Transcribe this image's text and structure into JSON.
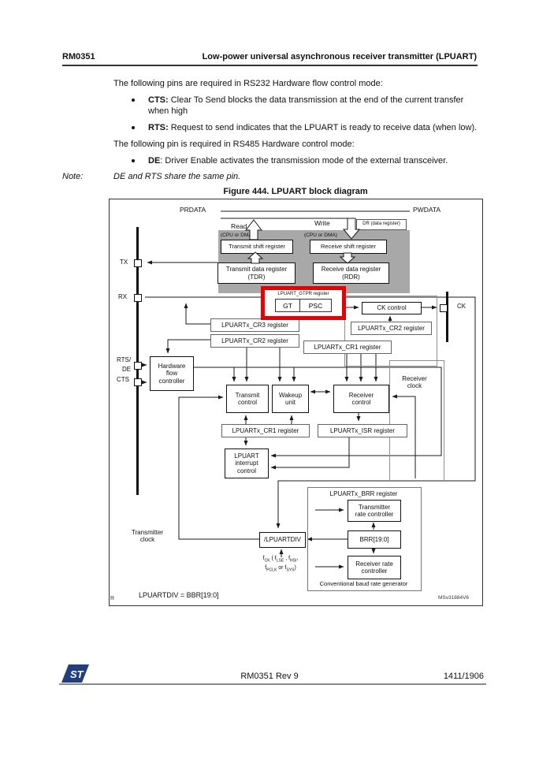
{
  "header": {
    "doc_id": "RM0351",
    "title": "Low-power universal asynchronous receiver transmitter (LPUART)"
  },
  "body": {
    "para1": "The following pins are required in RS232 Hardware flow control mode:",
    "bullet1_bold": "CTS:",
    "bullet1_rest": " Clear To Send blocks the data transmission at the end of the current transfer",
    "bullet1_cont": "when high",
    "bullet2_bold": "RTS:",
    "bullet2_rest": " Request to send indicates that the LPUART is ready to receive data (when low).",
    "para2": "The following pin is required in RS485 Hardware control mode:",
    "bullet3_bold": "DE",
    "bullet3_rest": ": Driver Enable activates the transmission mode of the external transceiver.",
    "note_label": "Note:",
    "note_text": "DE and RTS share the same pin."
  },
  "figure": {
    "caption": "Figure 444. LPUART block diagram",
    "watermark": "MSv31884V6",
    "corner_mark": "R",
    "bus": {
      "prdata": "PRDATA",
      "pwdata": "PWDATA",
      "read": "Read",
      "write": "Write",
      "dr": "DR (data register)",
      "cpu_dma_left": "(CPU or DMA)",
      "cpu_dma_right": "(CPU or DMA)"
    },
    "pins": {
      "tx": "TX",
      "rx": "RX",
      "rts": "RTS/",
      "de": "DE",
      "cts": "CTS",
      "ck": "CK"
    },
    "blocks": {
      "tsr": "Transmit shift register",
      "rsr": "Receive shift register",
      "tdr": "Transmit data register\n(TDR)",
      "rdr": "Receive data register\n(RDR)",
      "gtpr_title": "LPUART_GTPR register",
      "gt": "GT",
      "psc": "PSC",
      "ck_control": "CK control",
      "cr3_left": "LPUARTx_CR3 register",
      "cr2_left": "LPUARTx_CR2 register",
      "cr2_right": "LPUARTx_CR2 register",
      "cr1_upper": "LPUARTx_CR1 register",
      "cr1_lower": "LPUARTx_CR1 register",
      "isr": "LPUARTx_ISR register",
      "hw_flow": "Hardware\nflow\ncontroller",
      "transmit_control": "Transmit\ncontrol",
      "wakeup": "Wakeup\nunit",
      "receiver_control": "Receiver\ncontrol",
      "interrupt": "LPUART\ninterrupt\ncontrol",
      "lpuartdiv": "/LPUARTDIV",
      "brr_title": "LPUARTx_BRR register",
      "tx_rate": "Transmitter\nrate controller",
      "brr": "BRR[19:0]",
      "rx_rate": "Receiver rate\ncontroller",
      "conv_label": "Conventional baud rate generator"
    },
    "labels": {
      "receiver_clock": "Receiver\nclock",
      "transmitter_clock": "Transmitter\nclock",
      "formula": "LPUARTDIV = BBR[19:0]",
      "fck_line1": [
        {
          "t": "f"
        },
        {
          "s": "CK"
        },
        {
          "t": " ( f"
        },
        {
          "s": "LSE"
        },
        {
          "t": " , f"
        },
        {
          "s": "HSI"
        },
        {
          "t": ","
        }
      ],
      "fck_line2": [
        {
          "t": "f"
        },
        {
          "s": "PCLK"
        },
        {
          "t": " or f"
        },
        {
          "s": "SYS"
        },
        {
          "t": ")"
        }
      ]
    },
    "colors": {
      "highlight_red": "#e60000",
      "gray_block": "#a8a8a8",
      "logo_navy": "#233e7c"
    }
  },
  "footer": {
    "logo_text": "ST",
    "center": "RM0351 Rev 9",
    "page": "1411/1906"
  }
}
